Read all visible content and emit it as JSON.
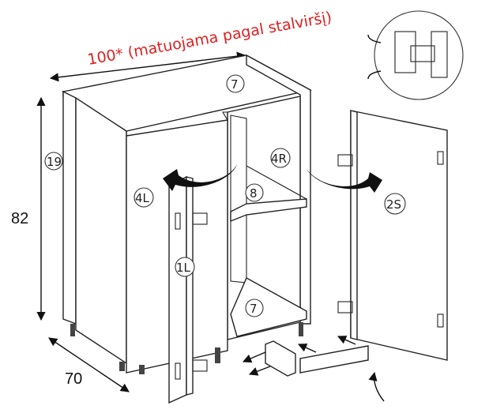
{
  "title": "100* (matuojama pagal stalviršį)",
  "dimensions": {
    "height": "82",
    "depth": "70"
  },
  "parts": {
    "top_panel": "7",
    "bottom_panel": "7",
    "shelf": "8",
    "side_left": "19",
    "inner_left": "4L",
    "inner_right": "4R",
    "door_left": "1L",
    "door_right": "2S"
  },
  "colors": {
    "title": "#e02020",
    "lines": "#222222"
  }
}
